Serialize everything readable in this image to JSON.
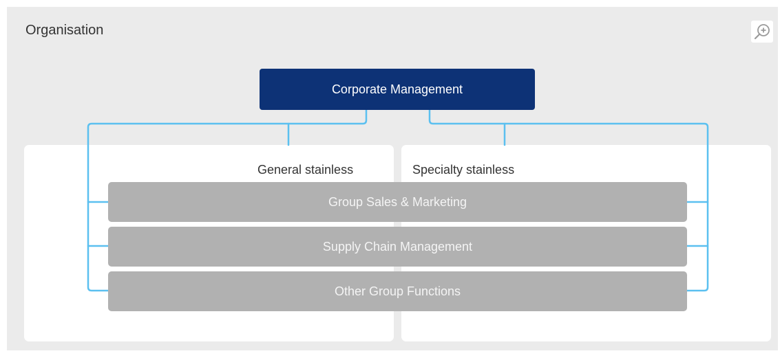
{
  "panel": {
    "title": "Organisation"
  },
  "zoom": {
    "icon": "zoom-in-icon"
  },
  "org_chart": {
    "top_node": "Corporate Management",
    "divisions": [
      "General stainless",
      "Specialty stainless"
    ],
    "functions": [
      "Group Sales & Marketing",
      "Supply Chain Management",
      "Other Group Functions"
    ]
  },
  "colors": {
    "panel_background": "#ebebeb",
    "top_node": "#0d3276",
    "function_bar": "#b1b1b1",
    "connector": "#5bc0f0",
    "division_box": "#ffffff"
  }
}
